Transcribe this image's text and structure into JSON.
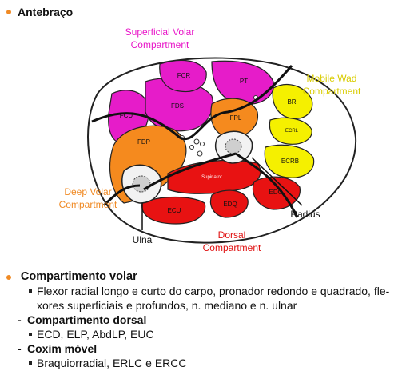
{
  "heading": "Antebraço",
  "colors": {
    "accent": "#f08a24",
    "volar_label": "#e815c8",
    "mobile_label": "#d9cc00",
    "deep_label": "#f08a24",
    "dorsal_label": "#e01010",
    "magenta": "#e61cc9",
    "orange": "#f58a1e",
    "yellow": "#f5f000",
    "red": "#e81212",
    "bone": "#f2f2f2"
  },
  "diagram": {
    "compartments": {
      "superficial_volar": [
        "Superficial Volar",
        "Compartment"
      ],
      "mobile_wad": [
        "Mobile Wad",
        "Compartment"
      ],
      "deep_volar": [
        "Deep Volar",
        "Compartment"
      ],
      "dorsal": [
        "Dorsal",
        "Compartment"
      ]
    },
    "muscles": {
      "fcr": "FCR",
      "pt": "PT",
      "fds": "FDS",
      "fcu": "FCU",
      "fpl": "FPL",
      "br": "BR",
      "ecrl": "ECRL",
      "ecrb": "ECRB",
      "fdp": "FDP",
      "supinator": "Supinator",
      "edc": "EDC",
      "edq": "EDQ",
      "ecu": "ECU"
    },
    "bones": {
      "ulna": "Ulna",
      "radius": "Radius"
    }
  },
  "notes": {
    "volar": {
      "title": "Compartimento volar",
      "items": [
        "Flexor radial longo e curto do carpo, pronador redondo e quadrado, fle-",
        "xores superficiais e profundos, n. mediano e n. ulnar"
      ]
    },
    "dorsal": {
      "title": "Compartimento dorsal",
      "items": [
        "ECD, ELP, AbdLP, EUC"
      ]
    },
    "mobile": {
      "title": "Coxim móvel",
      "items": [
        "Braquiorradial, ERLC e ERCC"
      ]
    }
  }
}
